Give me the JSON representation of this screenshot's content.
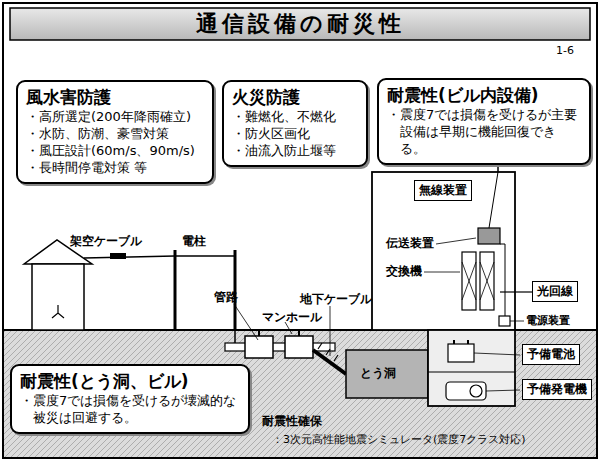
{
  "diagram": {
    "title": "通信設備の耐災性",
    "nodes": [
      {
        "text": [
          "風水害防護",
          "・高所選定(200年降雨確立)",
          "・水防、防潮、豪雪対策",
          "・風圧設計(60m/s、90m/s)",
          "・長時間停電対策 等"
        ]
      },
      {
        "text": [
          "火災防護",
          "・難燃化、不燃化",
          "・防火区画化",
          "・油流入防止堰等"
        ]
      },
      {
        "text": [
          "耐震性(ビル内設備)",
          "・震度7では損傷を受けるが主要設備は早期に機能回復できる。"
        ]
      },
      {
        "text": [
          "無線装置"
        ]
      },
      {
        "text": [
          "光回線"
        ]
      },
      {
        "text": [
          "予備電池"
        ]
      },
      {
        "text": [
          "予備発電機"
        ]
      },
      {
        "text": [
          "耐震性(とう洞、ビル)",
          "・震度7では損傷を受けるが壊滅的な被災は回避する。"
        ]
      }
    ],
    "labels": [
      "1-6",
      "架空ケーブル",
      "電柱",
      "管路",
      "マンホール",
      "地下ケーブル",
      "伝送装置",
      "交換機",
      "電源装置",
      "とう洞",
      "耐震性確保",
      "：3次元高性能地震シミュレータ(震度7クラス対応)"
    ]
  }
}
